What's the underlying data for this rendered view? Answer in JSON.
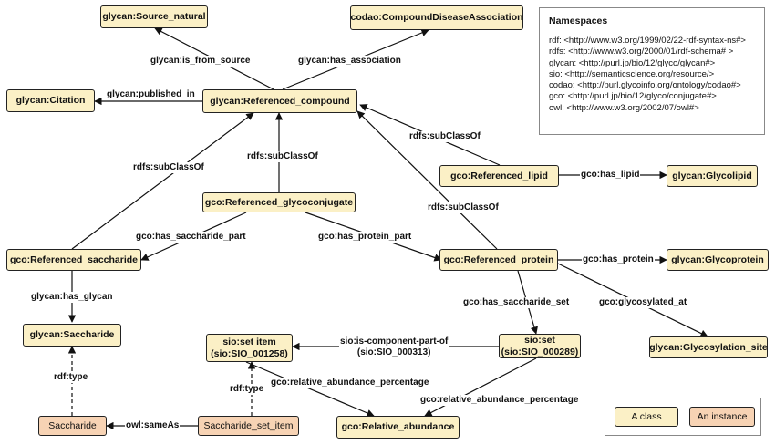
{
  "namespaces": {
    "title": "Namespaces",
    "lines": [
      "rdf: <http://www.w3.org/1999/02/22-rdf-syntax-ns#>",
      "rdfs: <http://www.w3.org/2000/01/rdf-schema# >",
      "glycan: <http://purl.jp/bio/12/glyco/glycan#>",
      "sio: <http://semanticscience.org/resource/>",
      "codao: <http://purl.glycoinfo.org/ontology/codao#>",
      "gco: <http://purl.jp/bio/12/glyco/conjugate#>",
      "owl: <http://www.w3.org/2002/07/owl#>"
    ]
  },
  "legend": {
    "class_label": "A class",
    "instance_label": "An instance",
    "class_color": "#fbf0c6",
    "instance_color": "#f7d3b4"
  },
  "nodes": {
    "source_natural": "glycan:Source_natural",
    "compound_disease_association": "codao:CompoundDiseaseAssociation",
    "citation": "glycan:Citation",
    "referenced_compound": "glycan:Referenced_compound",
    "referenced_lipid": "gco:Referenced_lipid",
    "glycolipid": "glycan:Glycolipid",
    "referenced_glycoconjugate": "gco:Referenced_glycoconjugate",
    "referenced_saccharide": "gco:Referenced_saccharide",
    "referenced_protein": "gco:Referenced_protein",
    "glycoprotein": "glycan:Glycoprotein",
    "saccharide_class": "glycan:Saccharide",
    "set_item": "sio:set item\n(sio:SIO_001258)",
    "set": "sio:set\n(sio:SIO_000289)",
    "glycosylation_site": "glycan:Glycosylation_site",
    "saccharide_instance": "Saccharide",
    "saccharide_set_item": "Saccharide_set_item",
    "relative_abundance": "gco:Relative_abundance"
  },
  "edges": {
    "is_from_source": "glycan:is_from_source",
    "has_association": "glycan:has_association",
    "published_in": "glycan:published_in",
    "subclass_lipid": "rdfs:subClassOf",
    "subclass_saccharide": "rdfs:subClassOf",
    "subclass_glycoconjugate": "rdfs:subClassOf",
    "subclass_protein": "rdfs:subClassOf",
    "has_lipid": "gco:has_lipid",
    "has_saccharide_part": "gco:has_saccharide_part",
    "has_protein_part": "gco:has_protein_part",
    "has_protein": "gco:has_protein",
    "has_glycan": "glycan:has_glycan",
    "has_saccharide_set": "gco:has_saccharide_set",
    "glycosylated_at": "gco:glycosylated_at",
    "is_component_part_of": "sio:is-component-part-of\n(sio:SIO_000313)",
    "rdf_type_saccharide": "rdf:type",
    "rdf_type_set_item": "rdf:type",
    "relative_abundance_percentage_item": "gco:relative_abundance_percentage",
    "relative_abundance_percentage_set": "gco:relative_abundance_percentage",
    "same_as": "owl:sameAs"
  }
}
